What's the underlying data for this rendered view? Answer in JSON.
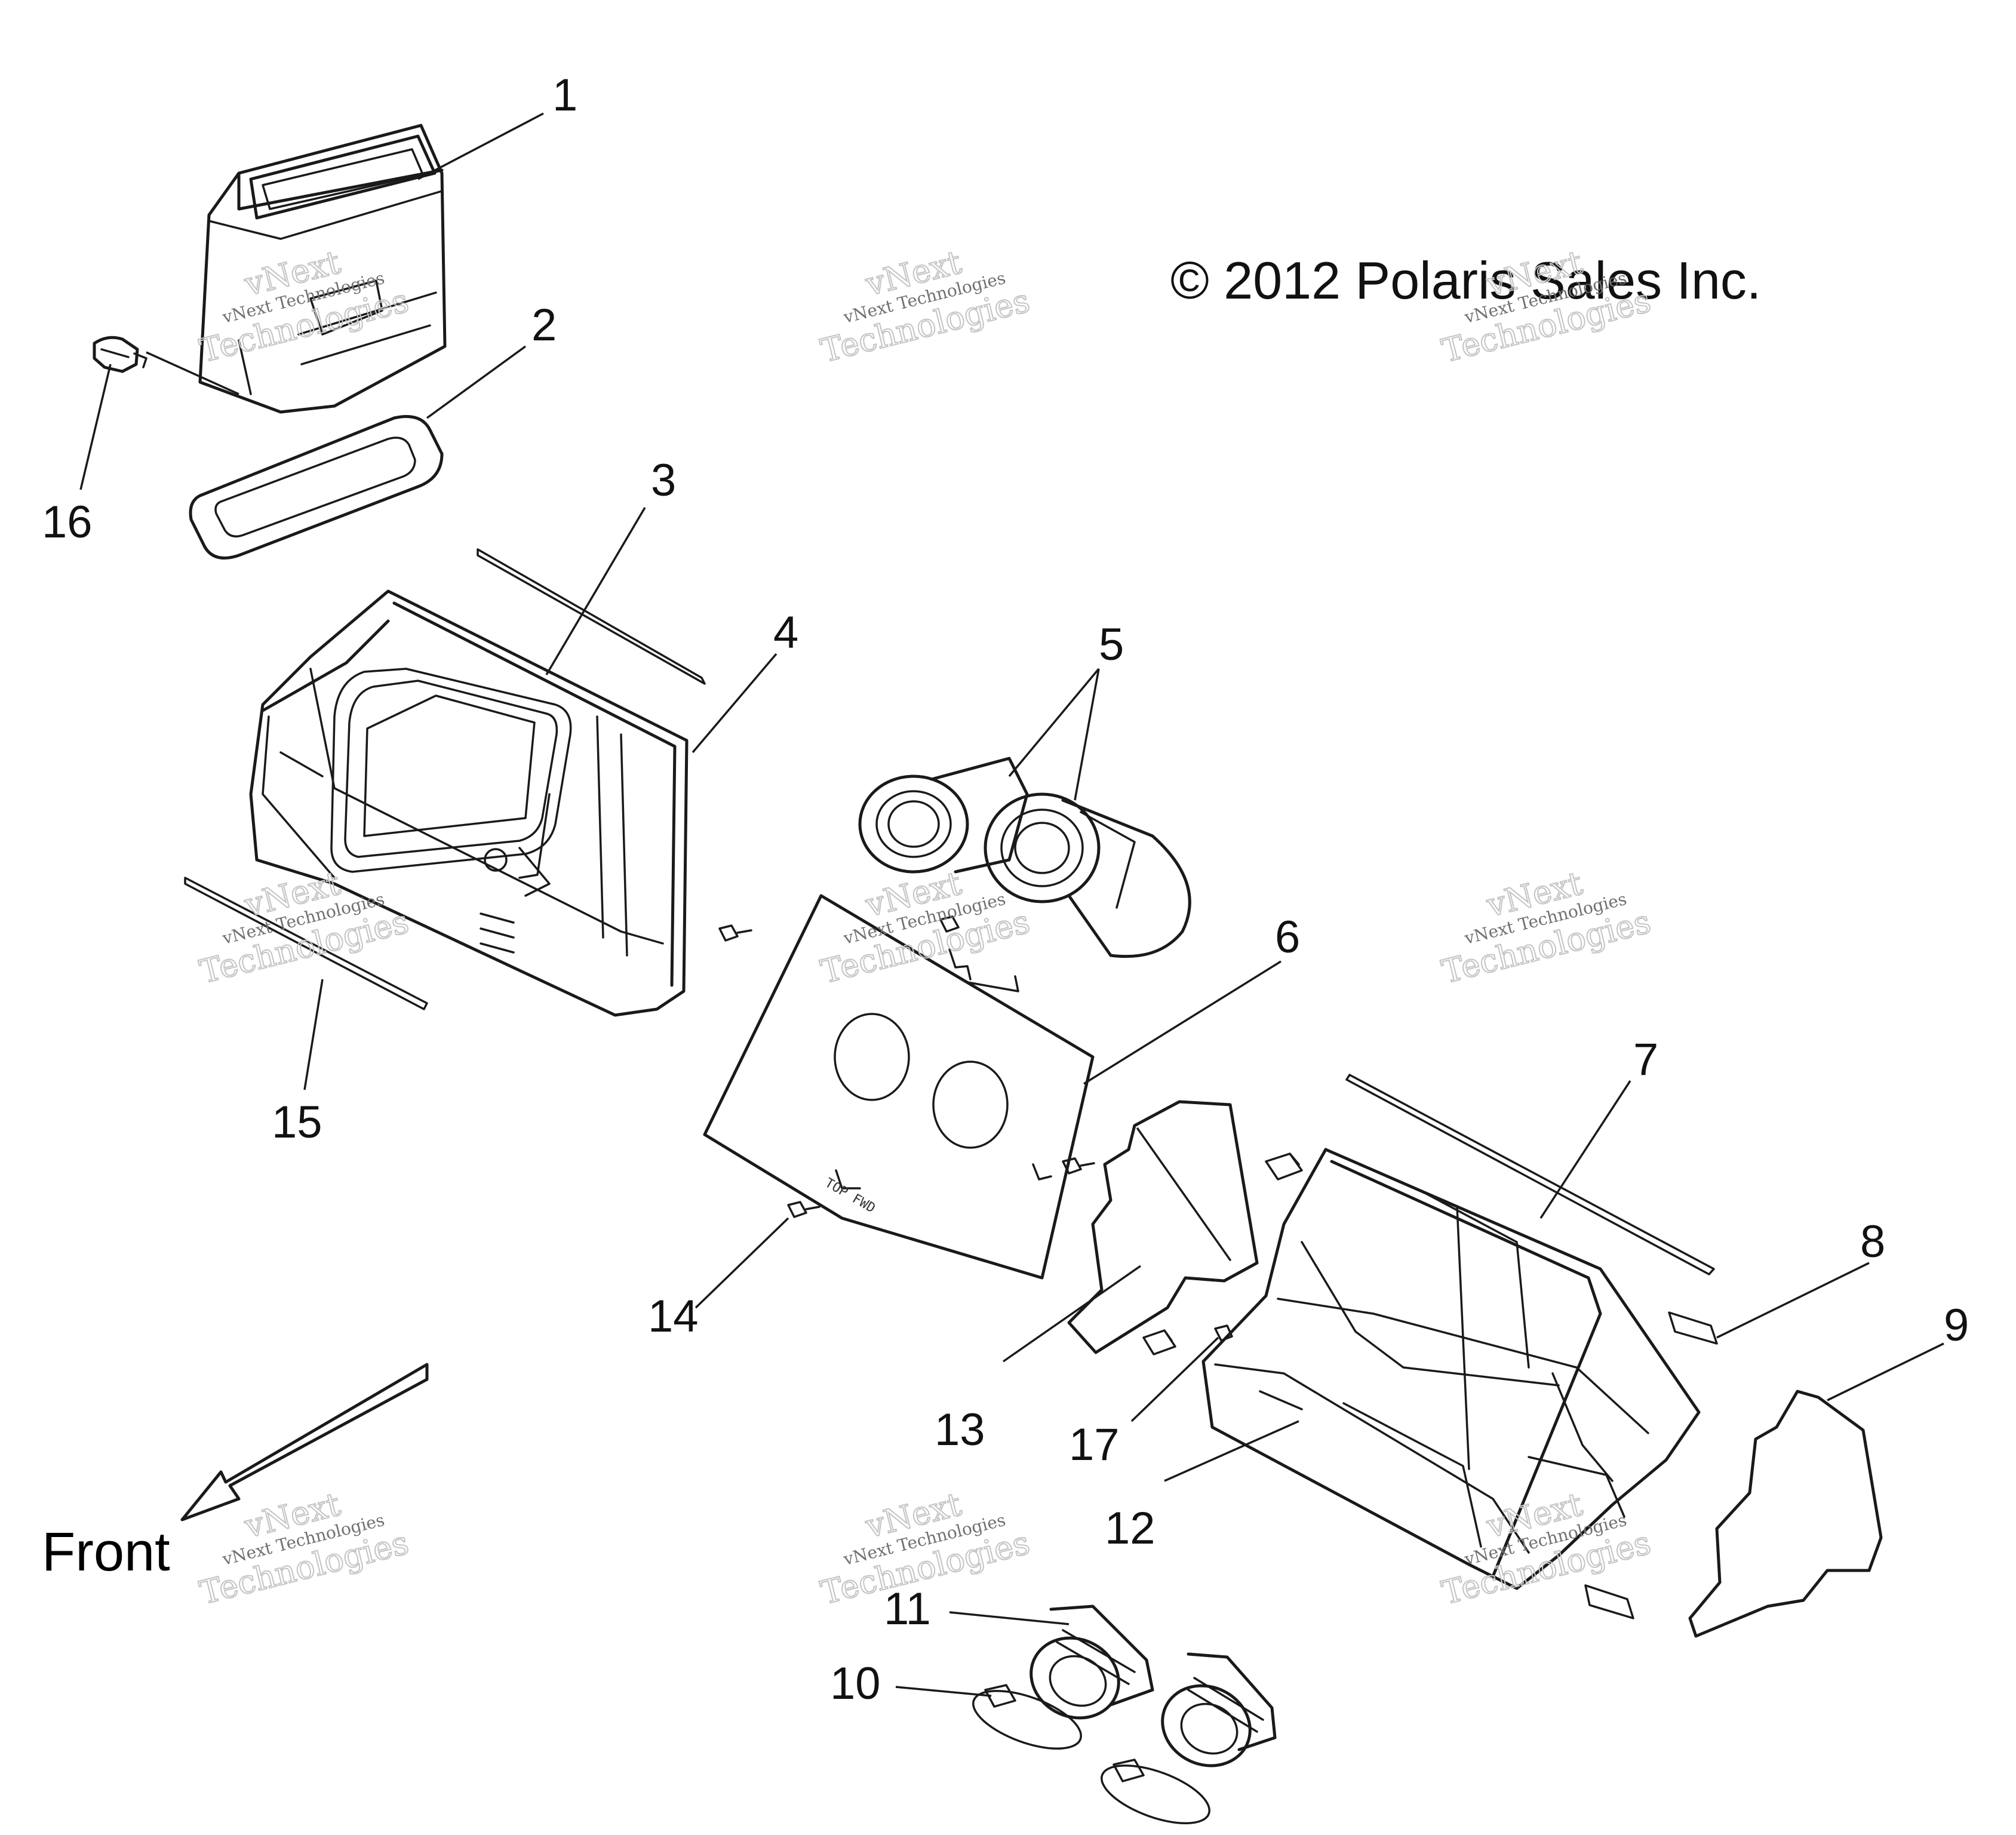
{
  "copyright": "© 2012 Polaris Sales Inc.",
  "front_label": "Front",
  "watermark": {
    "line1": "vNext",
    "line2": "vNext Technologies",
    "line3": "Technologies"
  },
  "callouts": [
    "1",
    "2",
    "3",
    "4",
    "5",
    "6",
    "7",
    "8",
    "9",
    "10",
    "11",
    "12",
    "13",
    "14",
    "15",
    "16",
    "17"
  ]
}
